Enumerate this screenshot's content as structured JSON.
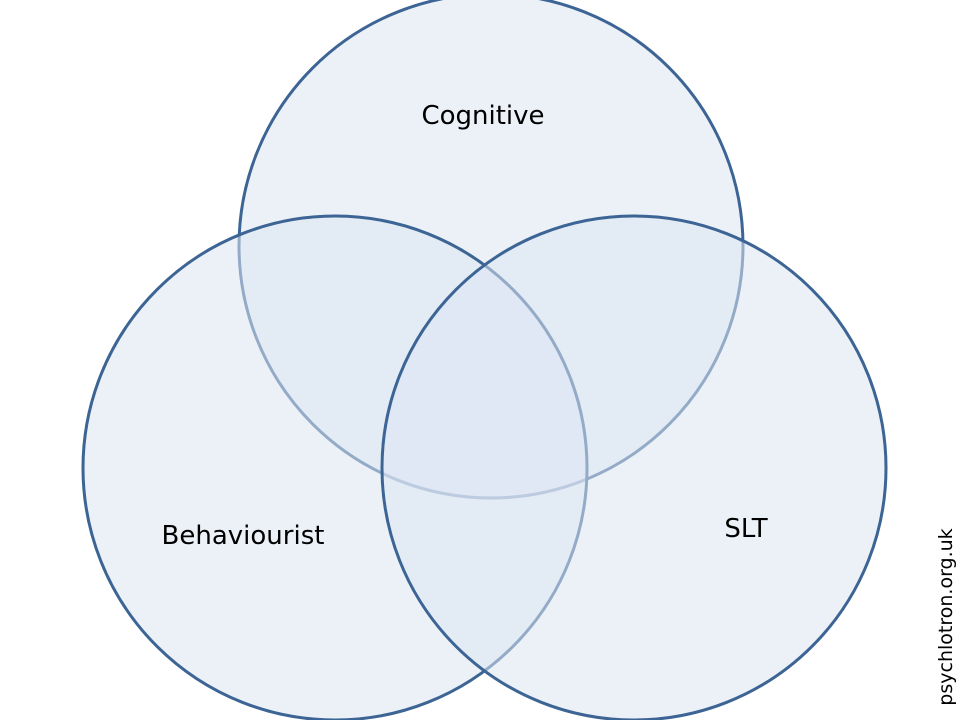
{
  "venn": {
    "sets": [
      {
        "id": "cognitive",
        "label": "Cognitive"
      },
      {
        "id": "behaviourist",
        "label": "Behaviourist"
      },
      {
        "id": "slt",
        "label": "SLT"
      }
    ],
    "circle_fill": "#dce6f2",
    "circle_stroke": "#3c6494"
  },
  "credit": "psychlotron.org.uk"
}
